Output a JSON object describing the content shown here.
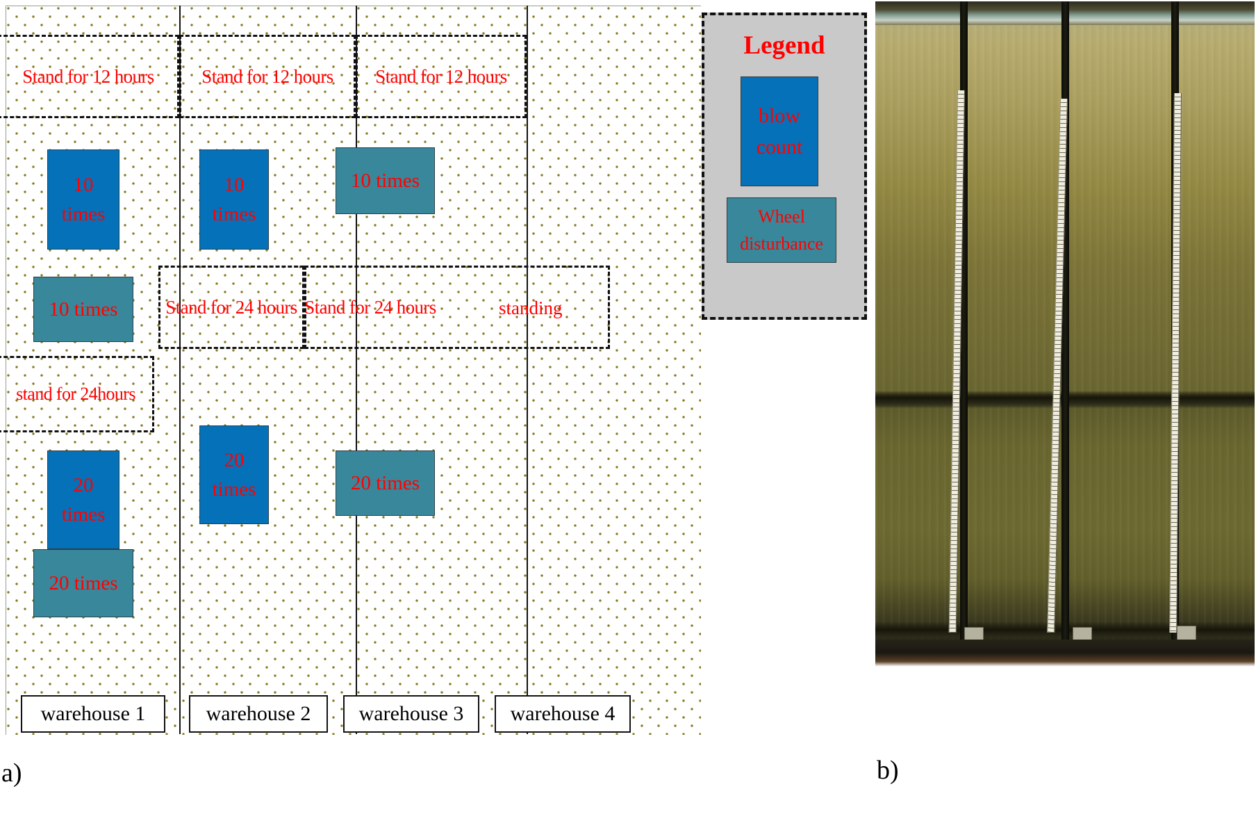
{
  "figure": {
    "label_a": "a)",
    "label_b": "b)"
  },
  "diagram": {
    "warehouses": [
      {
        "id": "warehouse-1",
        "tag": "warehouse 1"
      },
      {
        "id": "warehouse-2",
        "tag": "warehouse 2"
      },
      {
        "id": "warehouse-3",
        "tag": "warehouse 3"
      },
      {
        "id": "warehouse-4",
        "tag": "warehouse 4"
      }
    ],
    "time_regions": [
      {
        "id": "w1-top",
        "text": "Stand for 12 hours"
      },
      {
        "id": "w2-top",
        "text": "Stand for 12 hours"
      },
      {
        "id": "w3-top",
        "text": "Stand for 12 hours"
      },
      {
        "id": "w1-middle",
        "text": "stand for 24hours"
      },
      {
        "id": "w2-middle",
        "text": "Stand for 24 hours"
      },
      {
        "id": "w3-middle",
        "text": "Stand for 24 hours"
      },
      {
        "id": "w4-middle",
        "text": "standing"
      }
    ],
    "swatches": [
      {
        "id": "w1-blow-10",
        "type": "blow count",
        "color": "#0571b8",
        "lines": [
          "10",
          "times"
        ]
      },
      {
        "id": "w2-blow-10",
        "type": "blow count",
        "color": "#0571b8",
        "lines": [
          "10",
          "times"
        ]
      },
      {
        "id": "w3-wheel-10",
        "type": "Wheel disturbance",
        "color": "#39879a",
        "lines": [
          "10 times"
        ]
      },
      {
        "id": "w1-wheel-10",
        "type": "Wheel disturbance",
        "color": "#39879a",
        "lines": [
          "10 times"
        ]
      },
      {
        "id": "w1-blow-20",
        "type": "blow count",
        "color": "#0571b8",
        "lines": [
          "20",
          "times"
        ]
      },
      {
        "id": "w2-blow-20",
        "type": "blow count",
        "color": "#0571b8",
        "lines": [
          "20",
          "times"
        ]
      },
      {
        "id": "w3-wheel-20",
        "type": "Wheel disturbance",
        "color": "#39879a",
        "lines": [
          "20 times"
        ]
      },
      {
        "id": "w1-wheel-20",
        "type": "Wheel disturbance",
        "color": "#39879a",
        "lines": [
          "20 times"
        ]
      }
    ]
  },
  "legend": {
    "title": "Legend",
    "items": [
      {
        "id": "legend-blow-count",
        "label_line1": "blow",
        "label_line2": "count",
        "color": "#0571b8"
      },
      {
        "id": "legend-wheel-disturbance",
        "label_line1": "Wheel",
        "label_line2": "disturbance",
        "color": "#39879a"
      }
    ]
  },
  "colors": {
    "blow_count": "#0571b8",
    "wheel_disturbance": "#39879a",
    "label_red": "#ff0000",
    "legend_background": "#c9c9c9",
    "dot_pattern": "#857a1e"
  }
}
